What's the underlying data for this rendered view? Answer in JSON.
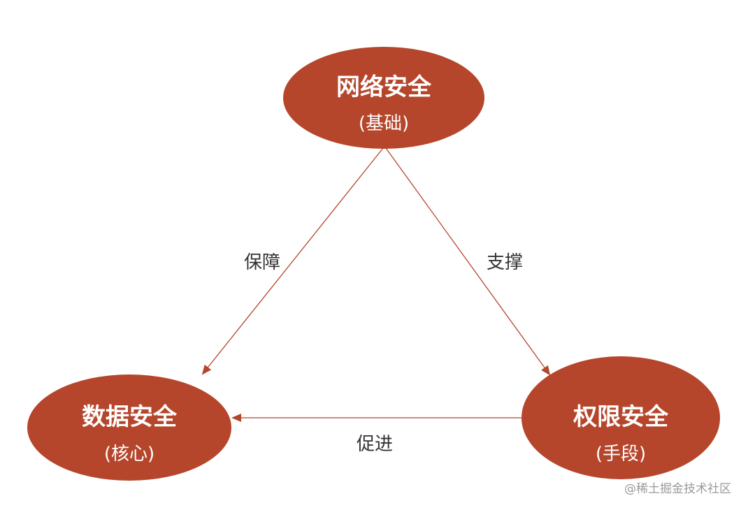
{
  "colors": {
    "node_fill": "#b5462c",
    "edge_stroke": "#b5462c",
    "text_light": "#ffffff",
    "label_text": "#333333"
  },
  "nodes": {
    "network": {
      "title": "网络安全",
      "subtitle": "(基础)"
    },
    "data": {
      "title": "数据安全",
      "subtitle": "(核心)"
    },
    "permission": {
      "title": "权限安全",
      "subtitle": "(手段)"
    }
  },
  "edges": {
    "network_to_data": {
      "label": "保障"
    },
    "network_to_permission": {
      "label": "支撑"
    },
    "permission_to_data": {
      "label": "促进"
    }
  },
  "watermark": {
    "text": "@稀土掘金技术社区"
  }
}
